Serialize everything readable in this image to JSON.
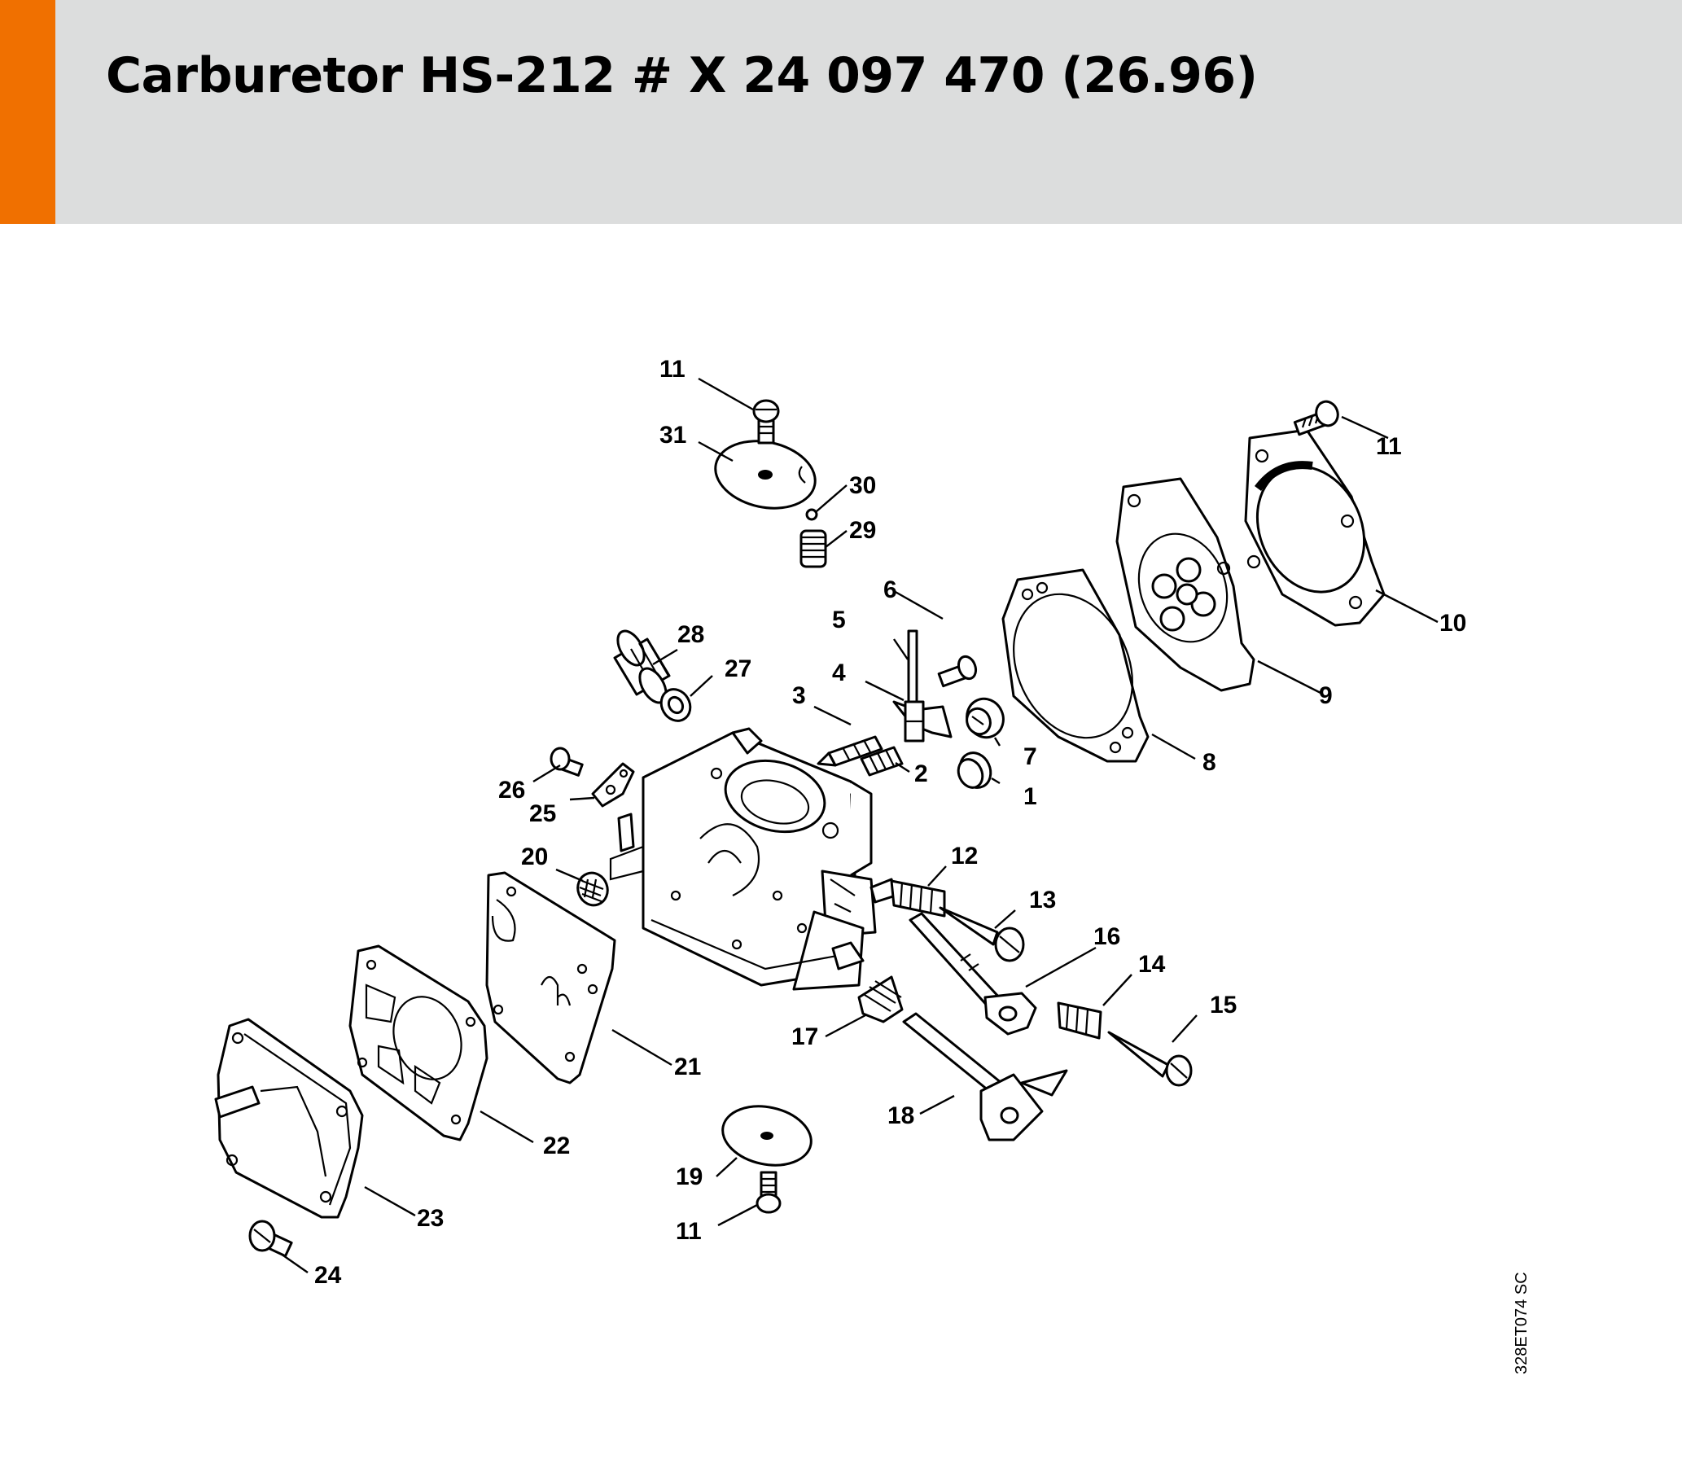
{
  "header": {
    "title": "Carburetor HS-212 # X 24 097 470 (26.96)",
    "accent_color": "#f07000",
    "background_color": "#dcdddd"
  },
  "diagram": {
    "callouts": [
      "1",
      "2",
      "3",
      "4",
      "5",
      "6",
      "7",
      "8",
      "9",
      "10",
      "11",
      "12",
      "13",
      "14",
      "15",
      "16",
      "17",
      "18",
      "19",
      "20",
      "21",
      "22",
      "23",
      "24",
      "25",
      "26",
      "27",
      "28",
      "29",
      "30",
      "31"
    ],
    "label_11_repeats": [
      "11",
      "11",
      "11"
    ]
  },
  "drawing_code": "328ET074 SC"
}
